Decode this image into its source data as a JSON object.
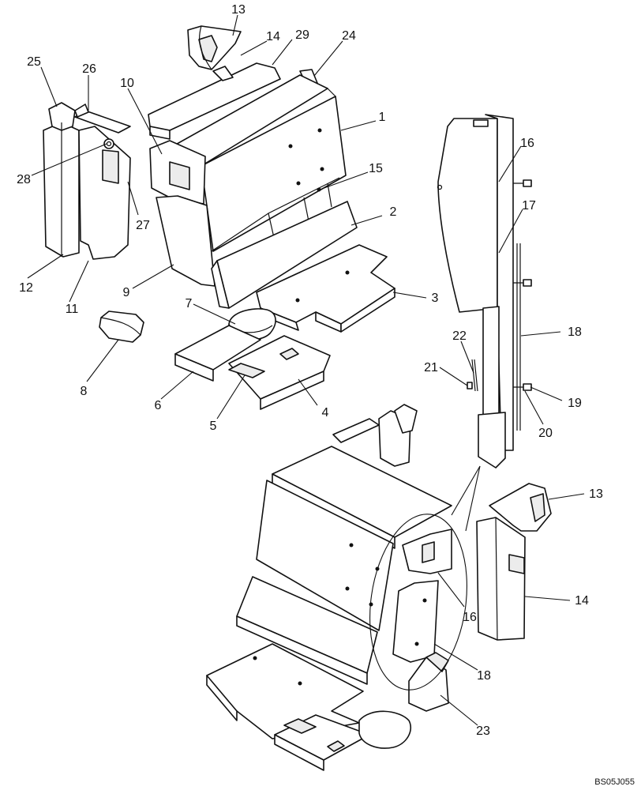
{
  "labels": [
    "13",
    "14",
    "29",
    "24",
    "25",
    "26",
    "10",
    "1",
    "15",
    "16",
    "17",
    "28",
    "27",
    "2",
    "12",
    "11",
    "9",
    "3",
    "7",
    "18",
    "22",
    "21",
    "19",
    "20",
    "8",
    "6",
    "4",
    "5",
    "13",
    "14",
    "16",
    "18",
    "23"
  ],
  "ref_code": "BS05J055"
}
